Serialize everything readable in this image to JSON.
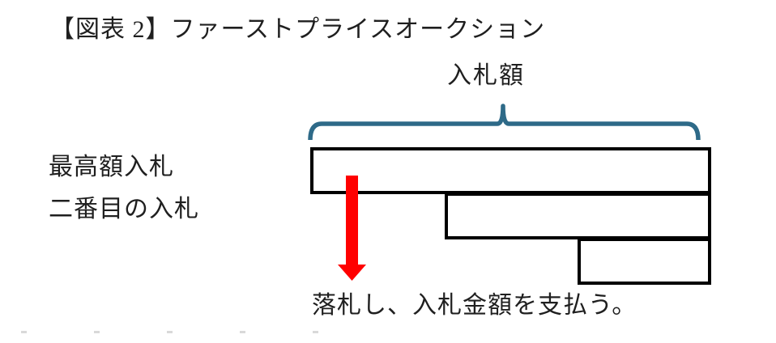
{
  "page": {
    "background": "#ffffff"
  },
  "header": {
    "title": "【図表 2】ファーストプライスオークション"
  },
  "diagram": {
    "type": "auction-bid-bar-diagram",
    "brace_label": "入札額",
    "row_labels": {
      "highest_bid": "最高額入札",
      "second_bid": "二番目の入札"
    },
    "caption": "落札し、入札金額を支払う。",
    "bars": [
      {
        "name": "highest-bid-bar",
        "relative_width": 1.0
      },
      {
        "name": "second-bid-bar",
        "relative_width": 0.66
      },
      {
        "name": "third-bid-bar",
        "relative_width": 0.33
      }
    ],
    "colors": {
      "brace": "#2E6A88",
      "arrow": "#FF0000",
      "bar_border": "#000000",
      "text": "#1f1f1f"
    }
  }
}
